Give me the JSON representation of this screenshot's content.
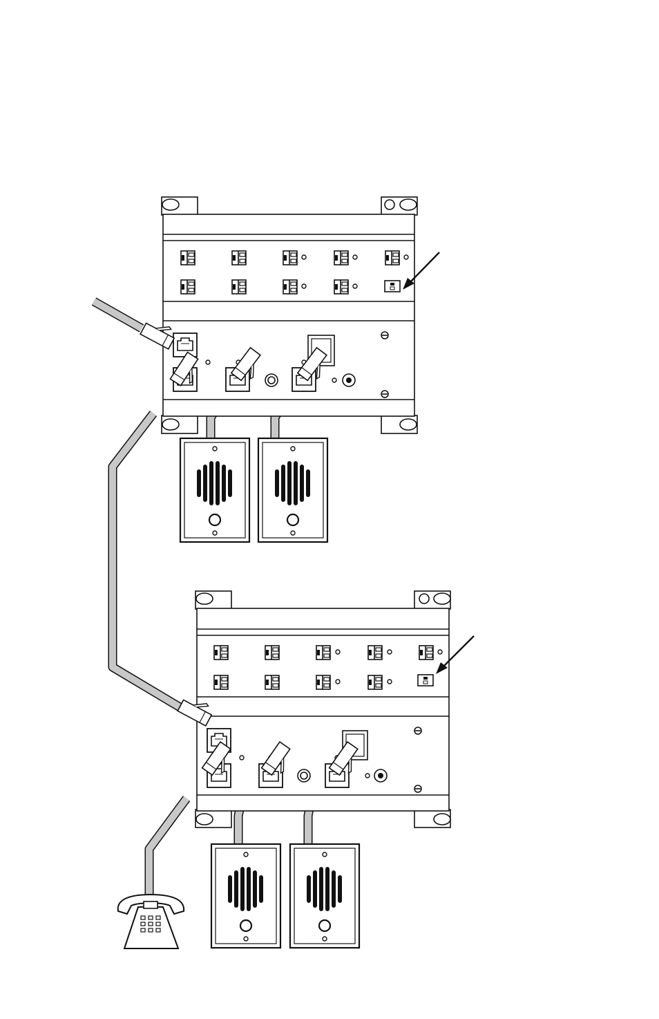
{
  "diagram": {
    "colors": {
      "line": "#111111",
      "cable_fill": "#c8c8c8",
      "background": "#ffffff"
    },
    "units": [
      {
        "name": "upper-unit",
        "terminal_rows": 2,
        "terminals_per_row": 5
      },
      {
        "name": "lower-unit",
        "terminal_rows": 2,
        "terminals_per_row": 5
      }
    ],
    "devices": [
      {
        "name": "door-station",
        "count": 4
      },
      {
        "name": "telephone-icon",
        "count": 1
      }
    ],
    "cables": [
      "incoming-line-cable",
      "cascade-link-cable",
      "telephone-cable",
      "door-station-cables"
    ]
  }
}
